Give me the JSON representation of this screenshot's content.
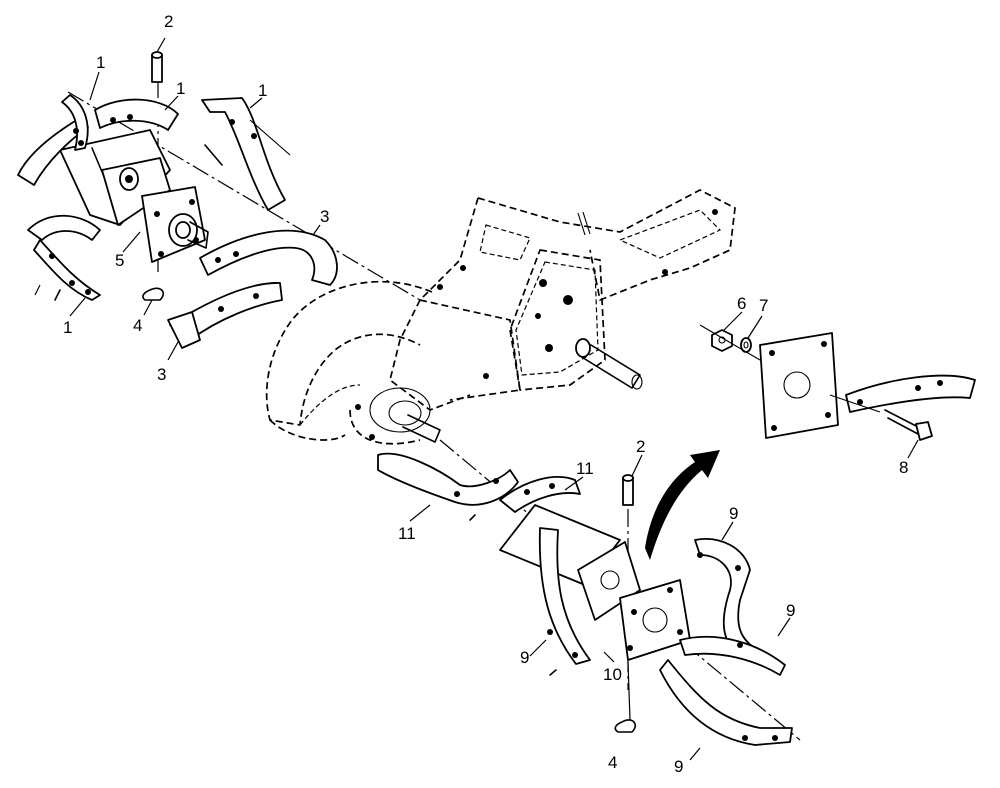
{
  "callouts": [
    {
      "id": "c1a",
      "text": "1"
    },
    {
      "id": "c1b",
      "text": "1"
    },
    {
      "id": "c1c",
      "text": "1"
    },
    {
      "id": "c1d",
      "text": "1"
    },
    {
      "id": "c2a",
      "text": "2"
    },
    {
      "id": "c3a",
      "text": "3"
    },
    {
      "id": "c3b",
      "text": "3"
    },
    {
      "id": "c4a",
      "text": "4"
    },
    {
      "id": "c5a",
      "text": "5"
    },
    {
      "id": "c6a",
      "text": "6"
    },
    {
      "id": "c7a",
      "text": "7"
    },
    {
      "id": "c8a",
      "text": "8"
    },
    {
      "id": "c11a",
      "text": "11"
    },
    {
      "id": "c11b",
      "text": "11"
    },
    {
      "id": "c2b",
      "text": "2"
    },
    {
      "id": "c9a",
      "text": "9"
    },
    {
      "id": "c9b",
      "text": "9"
    },
    {
      "id": "c9c",
      "text": "9"
    },
    {
      "id": "c9d",
      "text": "9"
    },
    {
      "id": "c10a",
      "text": "10"
    },
    {
      "id": "c4b",
      "text": "4"
    }
  ]
}
